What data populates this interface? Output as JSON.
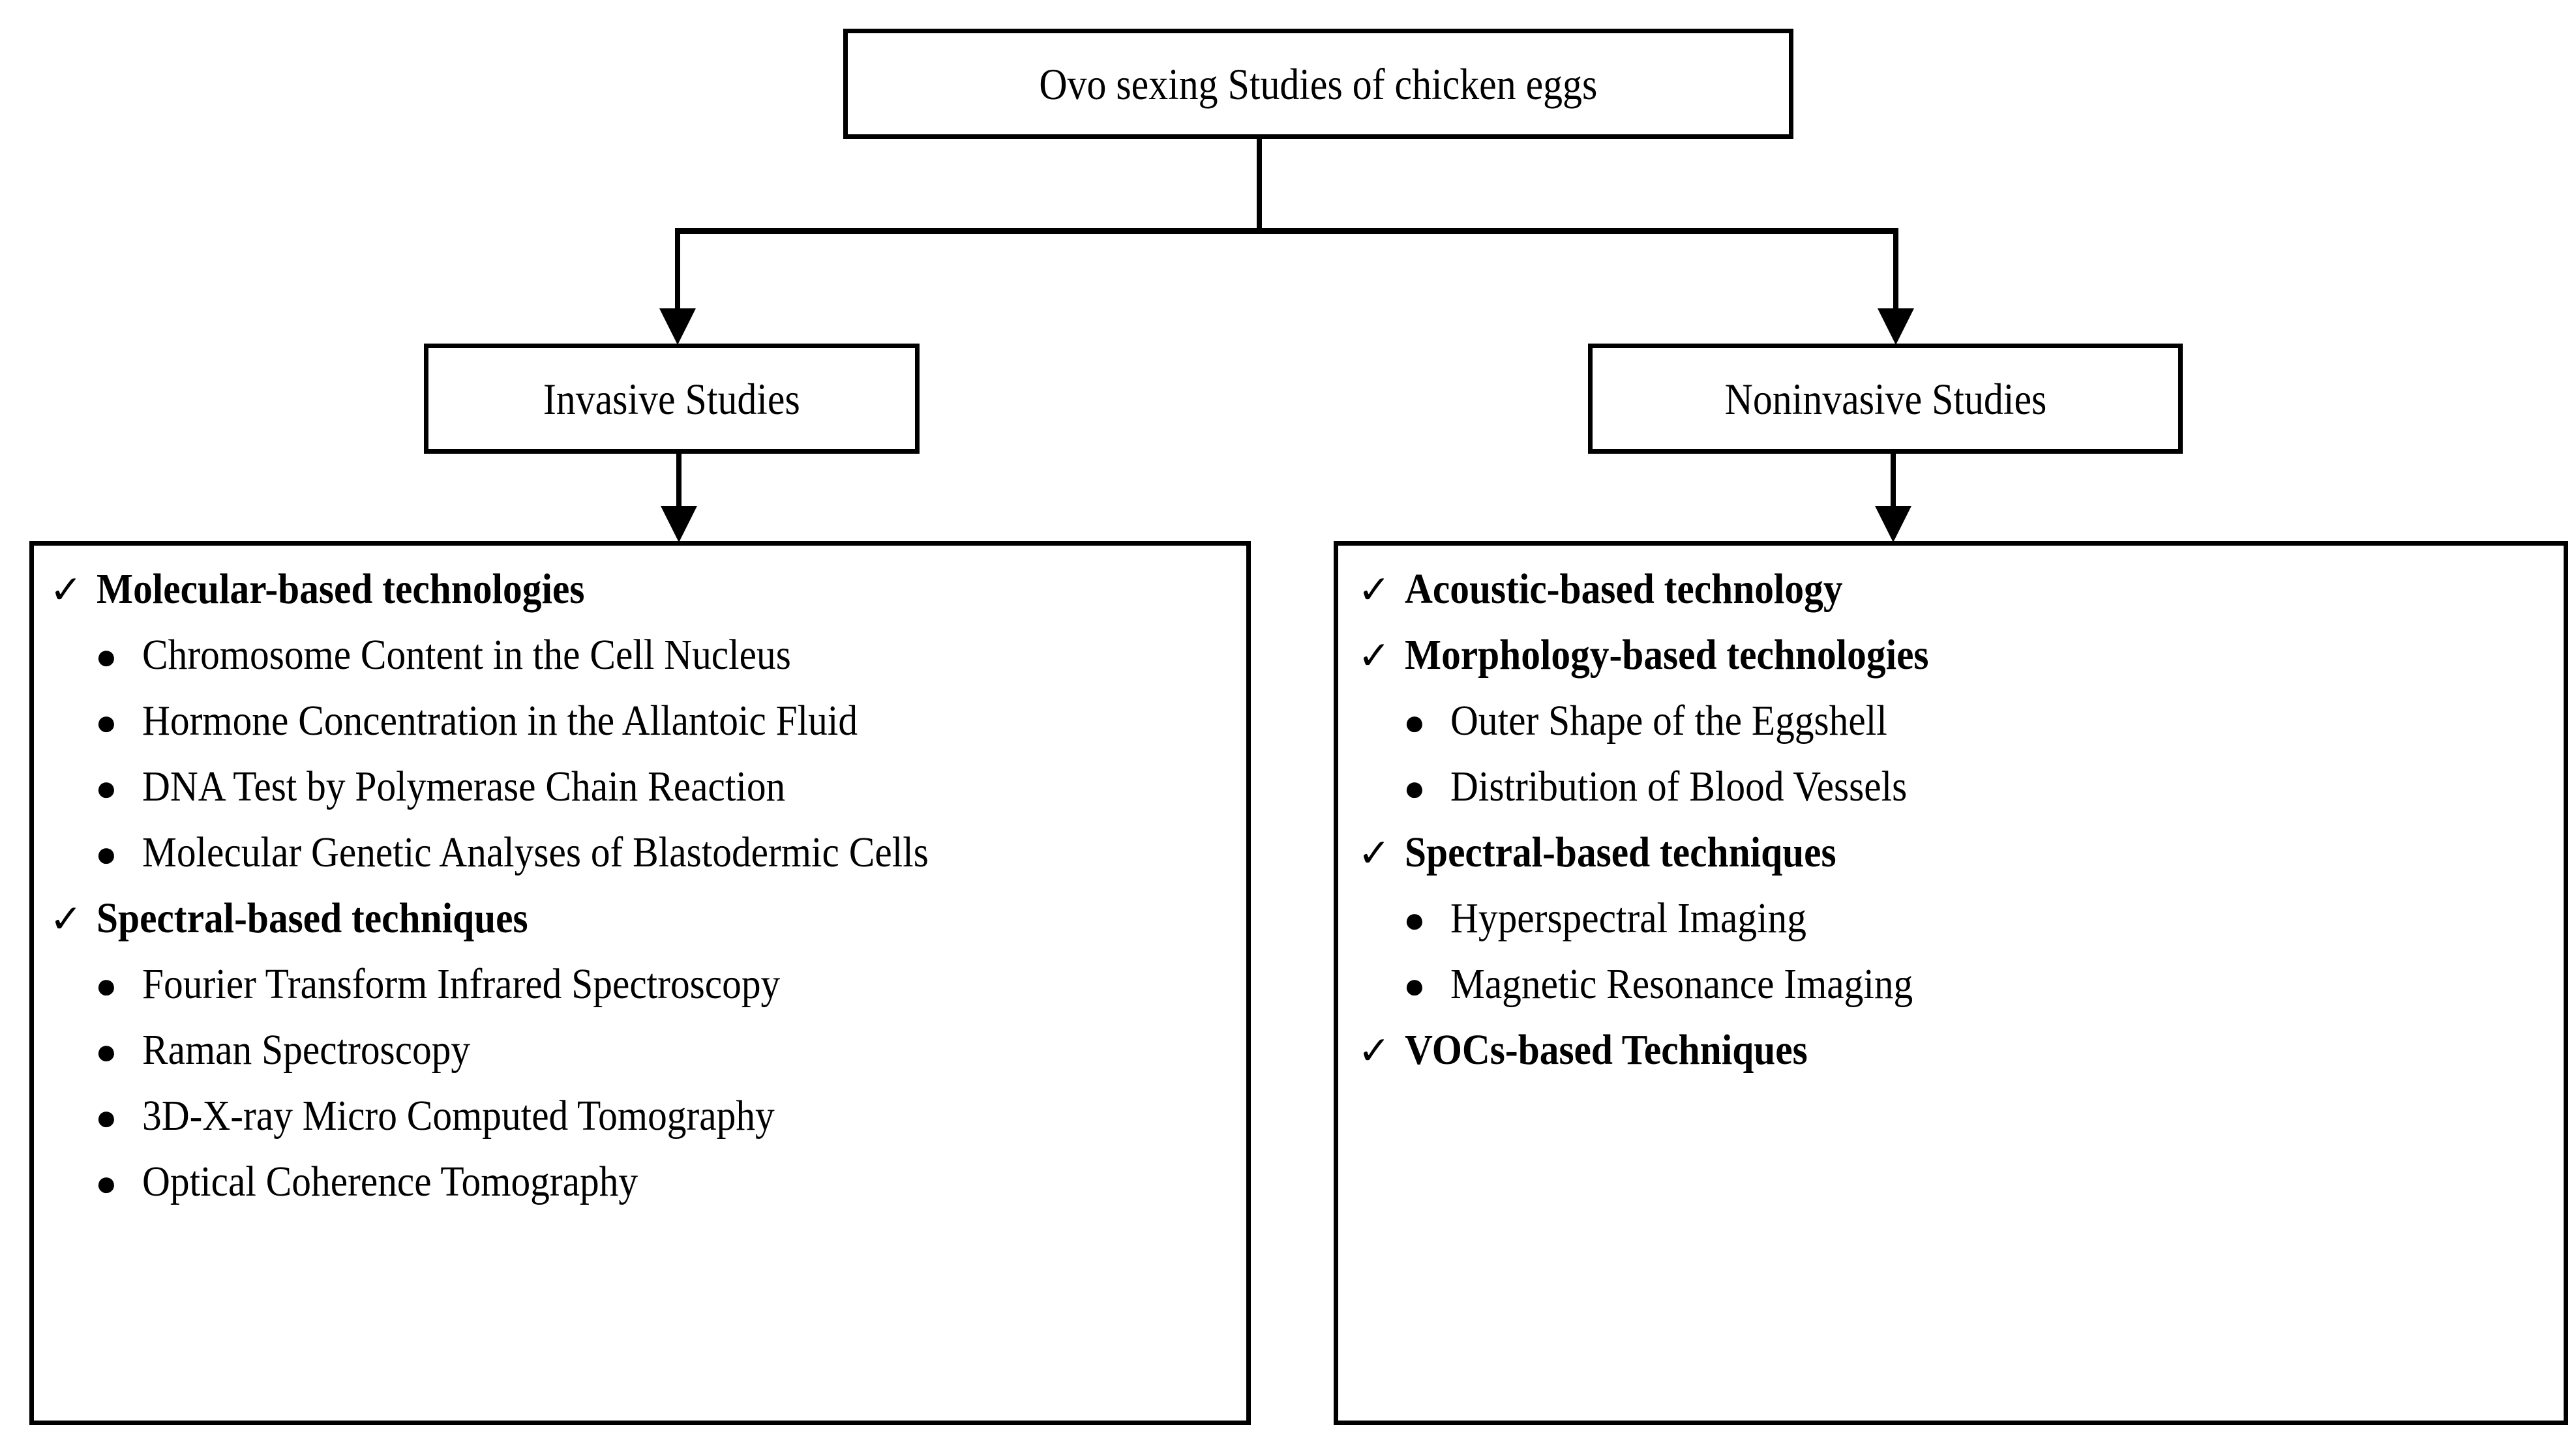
{
  "diagram": {
    "root": {
      "label": "Ovo sexing Studies of chicken eggs"
    },
    "branches": [
      {
        "label": "Invasive Studies"
      },
      {
        "label": "Noninvasive Studies"
      }
    ],
    "markers": {
      "check": "✓",
      "bullet": "●"
    },
    "colors": {
      "stroke": "#000000",
      "background": "#ffffff",
      "text": "#000000"
    },
    "left_panel": {
      "rows": [
        {
          "type": "heading",
          "text": "Molecular-based technologies"
        },
        {
          "type": "bullet",
          "text": "Chromosome Content in the Cell Nucleus"
        },
        {
          "type": "bullet",
          "text": "Hormone Concentration in the Allantoic Fluid"
        },
        {
          "type": "bullet",
          "text": "DNA Test by Polymerase Chain Reaction"
        },
        {
          "type": "bullet",
          "text": "Molecular Genetic Analyses of Blastodermic Cells"
        },
        {
          "type": "heading",
          "text": "Spectral-based techniques"
        },
        {
          "type": "bullet",
          "text": "Fourier Transform Infrared Spectroscopy"
        },
        {
          "type": "bullet",
          "text": "Raman Spectroscopy"
        },
        {
          "type": "bullet",
          "text": "3D-X-ray Micro Computed Tomography"
        },
        {
          "type": "bullet",
          "text": "Optical Coherence Tomography"
        }
      ]
    },
    "right_panel": {
      "rows": [
        {
          "type": "heading",
          "text": "Acoustic-based technology"
        },
        {
          "type": "heading",
          "text": "Morphology-based technologies"
        },
        {
          "type": "bullet",
          "text": "Outer Shape of the Eggshell"
        },
        {
          "type": "bullet",
          "text": "Distribution of Blood Vessels"
        },
        {
          "type": "heading",
          "text": "Spectral-based techniques"
        },
        {
          "type": "bullet",
          "text": "Hyperspectral Imaging"
        },
        {
          "type": "bullet",
          "text": "Magnetic Resonance Imaging"
        },
        {
          "type": "heading",
          "text": "VOCs-based Techniques"
        }
      ]
    }
  }
}
